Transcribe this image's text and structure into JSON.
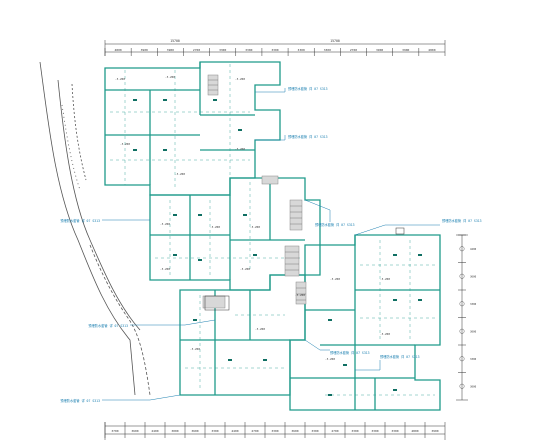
{
  "drawing": {
    "colors": {
      "wall": "#1e9a8a",
      "wall_dark": "#0f6f63",
      "dim_line": "#333333",
      "annotation": "#1a7fb0",
      "hatch": "#888888",
      "road": "#555555"
    },
    "top_dimension_values": [
      "4800",
      "3900",
      "3900",
      "2700",
      "3300",
      "3300",
      "3300",
      "3300",
      "3300",
      "2700",
      "3900",
      "3900",
      "4800"
    ],
    "top_total_labels": [
      "15700",
      "15700"
    ],
    "bottom_dimension_values": [
      "3700",
      "3600",
      "2400",
      "3000",
      "3600",
      "3300",
      "4400",
      "2700",
      "3300",
      "3600",
      "3300",
      "2700",
      "3300",
      "3300",
      "3300",
      "4800",
      "3900"
    ],
    "right_dimension_values": [
      "4200",
      "3600",
      "3300",
      "3000",
      "3300",
      "3000"
    ],
    "room_labels": [
      "-3.200",
      "-3.200",
      "-3.200",
      "-3.200",
      "-3.200",
      "-3.200",
      "-3.200",
      "-3.200",
      "-3.200",
      "-3.200",
      "-3.200",
      "-3.200",
      "-3.200",
      "-3.200",
      "-3.200",
      "-3.200",
      "-3.200",
      "-3.200"
    ],
    "notes": [
      "预埋防水套管 详 07 S313",
      "预埋防水套管 详 07 S313",
      "预埋防水套管 详 07 S313",
      "预埋防水套管 详 07 S313",
      "预埋防水套管 详 07 S313",
      "预埋防水套管 详 07 S313",
      "预埋防水套管 详 07 S313",
      "预埋防水套管 详 07 S313",
      "预埋防水套管 详 07 S313"
    ]
  }
}
